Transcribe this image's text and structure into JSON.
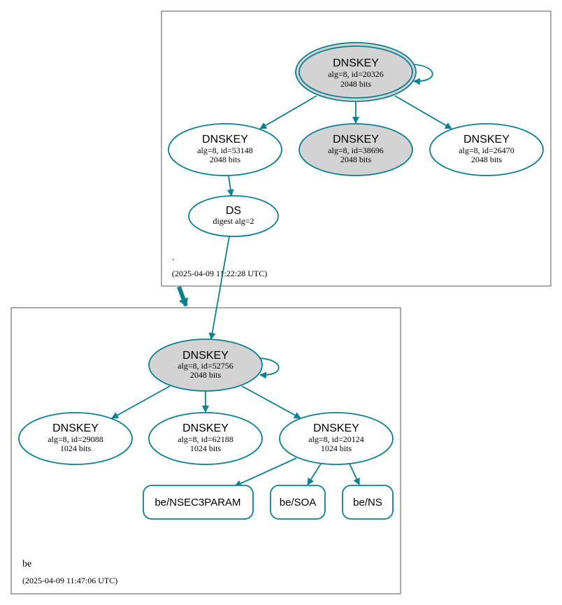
{
  "zones": [
    {
      "id": "root",
      "name": ".",
      "timestamp": "(2025-04-09 11:22:28 UTC)"
    },
    {
      "id": "be",
      "name": "be",
      "timestamp": "(2025-04-09 11:47:06 UTC)"
    }
  ],
  "nodes": [
    {
      "id": "root_ksk",
      "title": "DNSKEY",
      "line1": "alg=8, id=20326",
      "line2": "2048 bits"
    },
    {
      "id": "root_zsk1",
      "title": "DNSKEY",
      "line1": "alg=8, id=53148",
      "line2": "2048 bits"
    },
    {
      "id": "root_zsk2",
      "title": "DNSKEY",
      "line1": "alg=8, id=38696",
      "line2": "2048 bits"
    },
    {
      "id": "root_zsk3",
      "title": "DNSKEY",
      "line1": "alg=8, id=26470",
      "line2": "2048 bits"
    },
    {
      "id": "ds_be",
      "title": "DS",
      "line1": "digest alg=2",
      "line2": ""
    },
    {
      "id": "be_ksk",
      "title": "DNSKEY",
      "line1": "alg=8, id=52756",
      "line2": "2048 bits"
    },
    {
      "id": "be_zsk1",
      "title": "DNSKEY",
      "line1": "alg=8, id=29088",
      "line2": "1024 bits"
    },
    {
      "id": "be_zsk2",
      "title": "DNSKEY",
      "line1": "alg=8, id=62188",
      "line2": "1024 bits"
    },
    {
      "id": "be_zsk3",
      "title": "DNSKEY",
      "line1": "alg=8, id=20124",
      "line2": "1024 bits"
    }
  ],
  "records": [
    {
      "id": "rr_nsec3param",
      "label": "be/NSEC3PARAM"
    },
    {
      "id": "rr_soa",
      "label": "be/SOA"
    },
    {
      "id": "rr_ns",
      "label": "be/NS"
    }
  ],
  "colors": {
    "edge": "#0a8090",
    "filled_node": "#d3d3d3",
    "plain_node": "#ffffff"
  }
}
